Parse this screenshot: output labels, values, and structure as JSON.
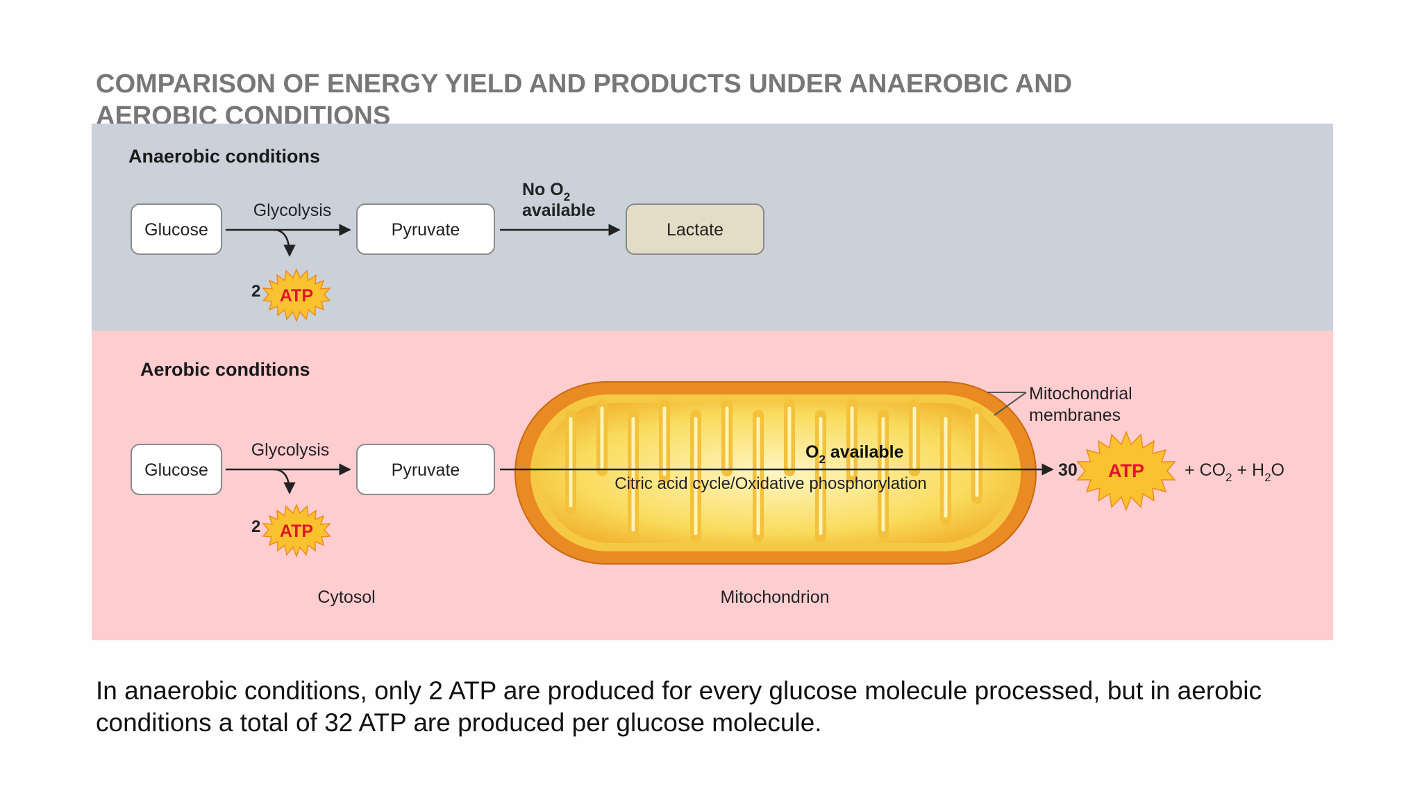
{
  "title": "COMPARISON OF ENERGY YIELD AND PRODUCTS UNDER ANAEROBIC AND AEROBIC CONDITIONS",
  "anaerobic": {
    "heading": "Anaerobic conditions",
    "glucose": "Glucose",
    "glycolysis": "Glycolysis",
    "pyruvate": "Pyruvate",
    "no_o2_prefix": "No O",
    "o2_sub": "2",
    "available": "available",
    "lactate": "Lactate",
    "atp_count": "2",
    "atp_label": "ATP"
  },
  "aerobic": {
    "heading": "Aerobic conditions",
    "glucose": "Glucose",
    "glycolysis": "Glycolysis",
    "pyruvate": "Pyruvate",
    "atp_count_small": "2",
    "atp_label": "ATP",
    "o2_prefix": "O",
    "o2_sub": "2",
    "o2_suffix": " available",
    "process": "Citric acid cycle/Oxidative phosphorylation",
    "membranes_line1": "Mitochondrial",
    "membranes_line2": "membranes",
    "atp_count_large": "30",
    "products_prefix": "+ CO",
    "co2_sub": "2",
    "products_mid": " + H",
    "h2o_sub": "2",
    "products_suffix": "O",
    "cytosol": "Cytosol",
    "mitochondrion": "Mitochondrion"
  },
  "caption": "In anaerobic conditions, only 2 ATP are produced for every glucose molecule processed, but in aerobic conditions a total of 32 ATP are produced per glucose molecule.",
  "colors": {
    "anaerobic_bg": "#cbd1d9",
    "aerobic_bg": "#fdcdd0",
    "lactate_fill": "#e3dcc6",
    "atp_star": "#fbc230",
    "atp_text": "#e0142a",
    "mito_outer": "#ea8a23",
    "mito_inner": "#f6d556"
  }
}
